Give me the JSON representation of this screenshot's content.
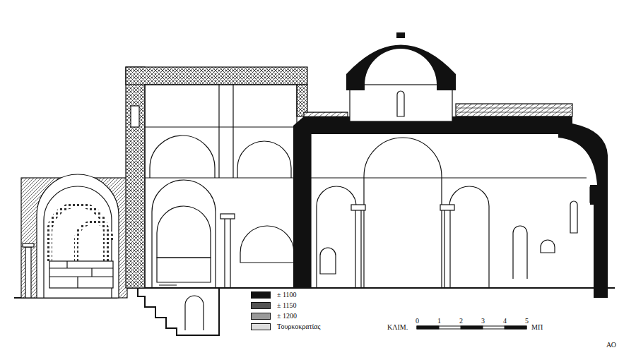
{
  "diagram": {
    "labels": [
      "ΚΛΙΜ.",
      "0",
      "1",
      "2",
      "3",
      "4",
      "5",
      "ΜΠ",
      "ΑΟ"
    ],
    "legend": [
      {
        "text": "± 1100",
        "color": "#111111"
      },
      {
        "text": "± 1150",
        "color": "#555555"
      },
      {
        "text": "± 1200",
        "color": "#999999"
      },
      {
        "text": "Τουρκοκρατίας",
        "color": "#dddddd"
      }
    ]
  }
}
